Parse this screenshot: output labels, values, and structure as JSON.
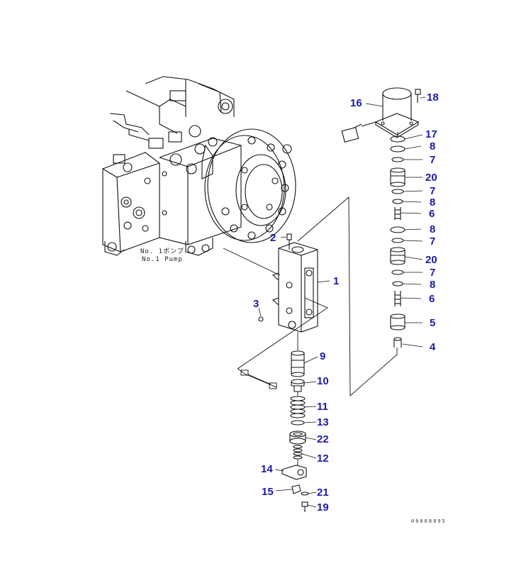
{
  "diagram": {
    "pump_label_jp": "No. 1ポンプ",
    "pump_label_en": "No.1 Pump",
    "drawing_code": "00008895",
    "callouts": {
      "c1": "1",
      "c2": "2",
      "c3": "3",
      "c4": "4",
      "c5": "5",
      "c6a": "6",
      "c6b": "6",
      "c7a": "7",
      "c7b": "7",
      "c7c": "7",
      "c7d": "7",
      "c8a": "8",
      "c8b": "8",
      "c8c": "8",
      "c8d": "8",
      "c9": "9",
      "c10": "10",
      "c11": "11",
      "c12": "12",
      "c13": "13",
      "c14": "14",
      "c15": "15",
      "c16": "16",
      "c17": "17",
      "c18": "18",
      "c19": "19",
      "c20a": "20",
      "c20b": "20",
      "c21": "21",
      "c22": "22"
    }
  }
}
